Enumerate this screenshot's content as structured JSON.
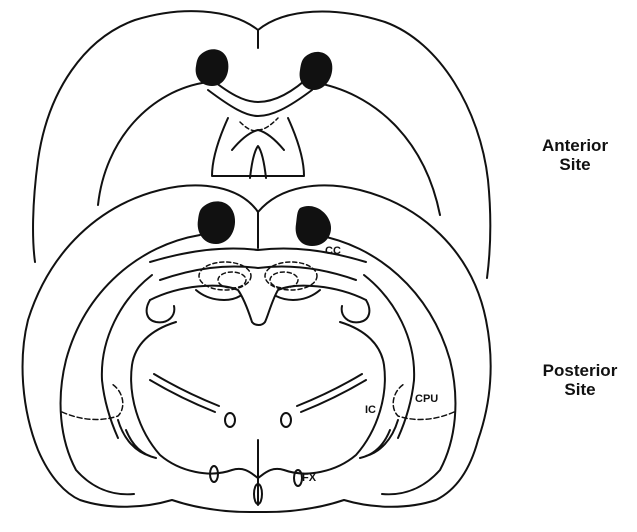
{
  "labels": {
    "anterior": [
      "Anterior",
      "Site"
    ],
    "posterior": [
      "Posterior",
      "Site"
    ]
  },
  "structures": {
    "cc": "CC",
    "cpu": "CPU",
    "ic": "IC",
    "fx": "FX"
  },
  "colors": {
    "ink": "#111111",
    "background": "#ffffff"
  }
}
